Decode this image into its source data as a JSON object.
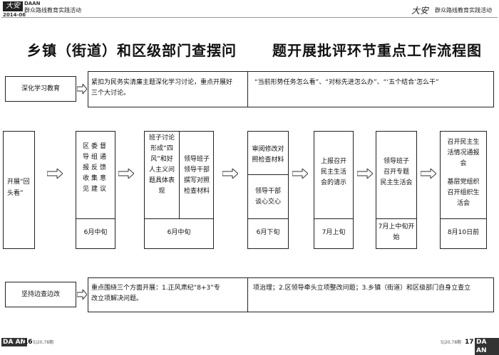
{
  "header": {
    "logo_script": "大安",
    "logo_brand": "DAAN",
    "issue_date": "2014-06",
    "campaign_left": "群众路线教育实践活动",
    "campaign_right": "群众路线教育实践活动"
  },
  "title": {
    "part1": "乡镇（街道）和区级部门查摆问",
    "part2": "题开展批评环节重点工作流程图"
  },
  "row1": {
    "label": "深化学习教育",
    "text_line1": "紧扣为民务实清廉主题深化学习讨论，重点开展好",
    "text_line1_right": "“当前形势任务怎么看”、“对标先进怎么办”、“‘五个结合’怎么干”",
    "text_line2": "三个大讨论。"
  },
  "flow": {
    "start_label_line1": "开展“回",
    "start_label_line2": "头看”",
    "step1": {
      "lines": [
        "区委督",
        "导组通",
        "报反馈",
        "收集意",
        "见建议"
      ],
      "time": "6月中旬"
    },
    "step2": {
      "left_lines": [
        "班子讨论",
        "形成“四",
        "风”和好",
        "人主义问",
        "题具体表",
        "现"
      ],
      "right_lines": [
        "领导班子",
        "领导干部",
        "撰写对照",
        "检查材料"
      ],
      "time": "6月中旬"
    },
    "step3": {
      "top_lines": [
        "审阅修改对",
        "照检查材料"
      ],
      "bottom_lines": [
        "领导干部",
        "谈心交心"
      ],
      "time": "6月下旬"
    },
    "step4": {
      "lines": [
        "上报召开",
        "民主生活",
        "会的请示"
      ],
      "time": "7月上旬"
    },
    "step5": {
      "lines": [
        "领导班子",
        "召开专题",
        "民主生活会"
      ],
      "time_lines": [
        "7月上中旬开",
        "始"
      ]
    },
    "step6": {
      "top_lines": [
        "召开民主生",
        "活情况通报",
        "会"
      ],
      "bottom_lines": [
        "基层党组织",
        "召开组织生",
        "活会"
      ],
      "time": "8月10日前"
    }
  },
  "row3": {
    "label": "坚持边查边改",
    "text_line1": "重点围绕三个方面开展：1.正风肃纪“8+3”专",
    "text_line1_right": "项治理；2.区领导牵头立项整改问题；3.乡镇（街道）和区级部门自身立查立",
    "text_line2": "改立项解决问题。"
  },
  "footer": {
    "left_brand": "DA AN",
    "left_page": "16",
    "left_issue": "5|20,78期",
    "right_issue": "5|20,78期",
    "right_page": "17",
    "right_brand": "DA AN"
  }
}
